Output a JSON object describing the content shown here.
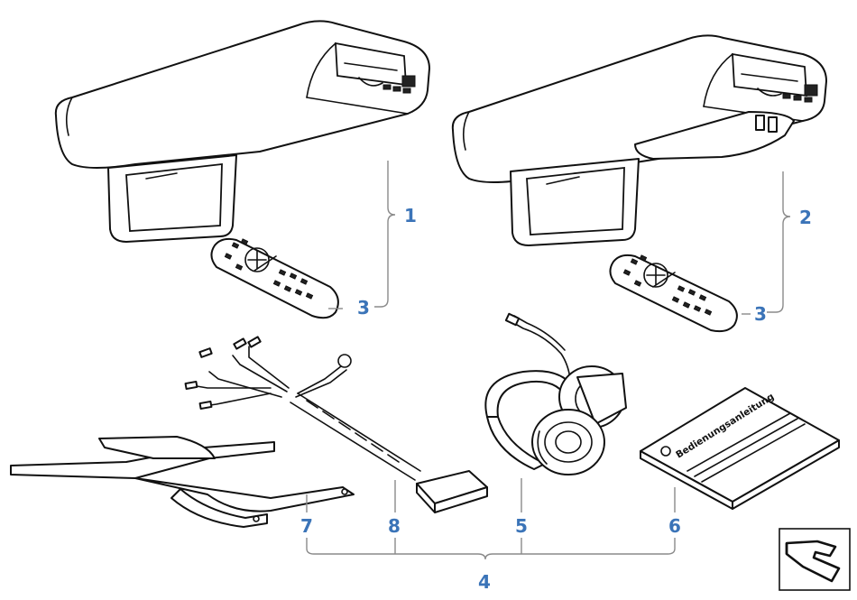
{
  "diagram": {
    "callouts": {
      "c1": "1",
      "c2": "2",
      "c3a": "3",
      "c3b": "3",
      "c4": "4",
      "c5": "5",
      "c6": "6",
      "c7": "7",
      "c8": "8"
    },
    "manual_title": "Bedienungsanleitung",
    "colors": {
      "callout": "#3b74b8",
      "leader": "#8a8a8a",
      "ink": "#111111"
    },
    "icons": {
      "nav": "folded-arrow-icon"
    }
  }
}
